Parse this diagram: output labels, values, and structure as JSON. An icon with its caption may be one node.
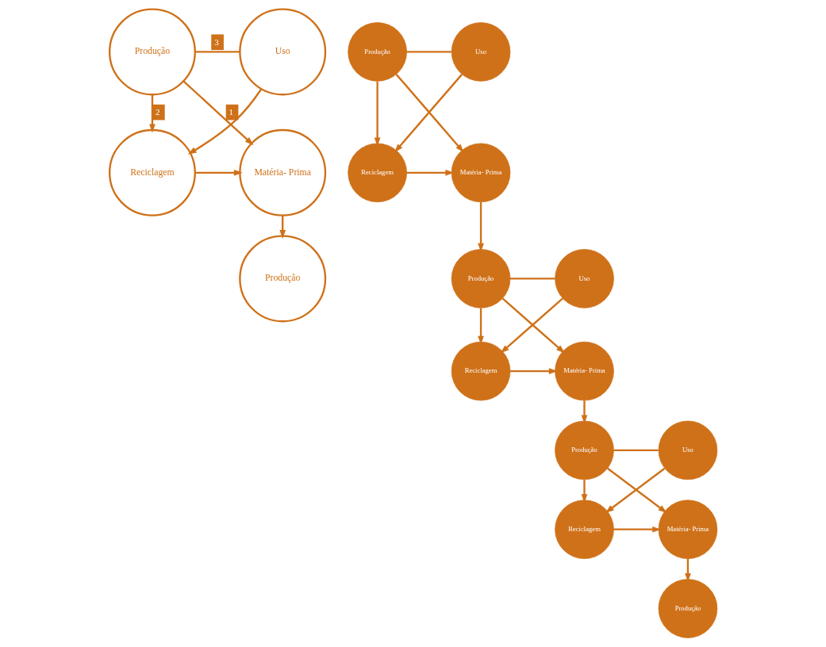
{
  "diagram": {
    "nodes": [
      {
        "text": [
          "Produção"
        ]
      },
      {
        "text": [
          "Uso"
        ]
      },
      {
        "text": [
          "Matéria- Prima"
        ]
      },
      {
        "text": [
          "Reciclagem"
        ]
      },
      {
        "text": [
          "Produção"
        ]
      },
      {
        "text": [
          "Produção"
        ]
      },
      {
        "text": [
          "Uso"
        ]
      },
      {
        "text": [
          "Matéria- Prima"
        ]
      },
      {
        "text": [
          "Reciclagem"
        ]
      },
      {
        "text": [
          "Produção"
        ]
      },
      {
        "text": [
          "Uso"
        ]
      },
      {
        "text": [
          "Matéria- Prima"
        ]
      },
      {
        "text": [
          "Reciclagem"
        ]
      },
      {
        "text": [
          "Produção"
        ]
      },
      {
        "text": [
          "Uso"
        ]
      },
      {
        "text": [
          "Matéria- Prima"
        ]
      },
      {
        "text": [
          "Reciclagem"
        ]
      },
      {
        "text": [
          "Produção"
        ]
      }
    ],
    "edges": [
      {
        "from": 0,
        "to": 1,
        "arrow": "none",
        "label": "3"
      },
      {
        "from": 0,
        "to": 2,
        "arrow": "to",
        "label": "1"
      },
      {
        "from": 0,
        "to": 3,
        "arrow": "to",
        "label": "2"
      },
      {
        "from": 1,
        "to": 3,
        "arrow": "to"
      },
      {
        "from": 3,
        "to": 2,
        "arrow": "to"
      },
      {
        "from": 2,
        "to": 4,
        "arrow": "to"
      },
      {
        "from": 5,
        "to": 6,
        "arrow": "none"
      },
      {
        "from": 5,
        "to": 7,
        "arrow": "to"
      },
      {
        "from": 5,
        "to": 8,
        "arrow": "to"
      },
      {
        "from": 6,
        "to": 8,
        "arrow": "to"
      },
      {
        "from": 8,
        "to": 7,
        "arrow": "to"
      },
      {
        "from": 7,
        "to": 9,
        "arrow": "to"
      },
      {
        "from": 9,
        "to": 10,
        "arrow": "none"
      },
      {
        "from": 9,
        "to": 11,
        "arrow": "to"
      },
      {
        "from": 9,
        "to": 12,
        "arrow": "to"
      },
      {
        "from": 10,
        "to": 12,
        "arrow": "to"
      },
      {
        "from": 12,
        "to": 11,
        "arrow": "to"
      },
      {
        "from": 11,
        "to": 13,
        "arrow": "to"
      },
      {
        "from": 13,
        "to": 14,
        "arrow": "none"
      },
      {
        "from": 13,
        "to": 15,
        "arrow": "to"
      },
      {
        "from": 13,
        "to": 16,
        "arrow": "to"
      },
      {
        "from": 14,
        "to": 16,
        "arrow": "to"
      },
      {
        "from": 16,
        "to": 15,
        "arrow": "to"
      },
      {
        "from": 15,
        "to": 17,
        "arrow": "to"
      }
    ]
  }
}
